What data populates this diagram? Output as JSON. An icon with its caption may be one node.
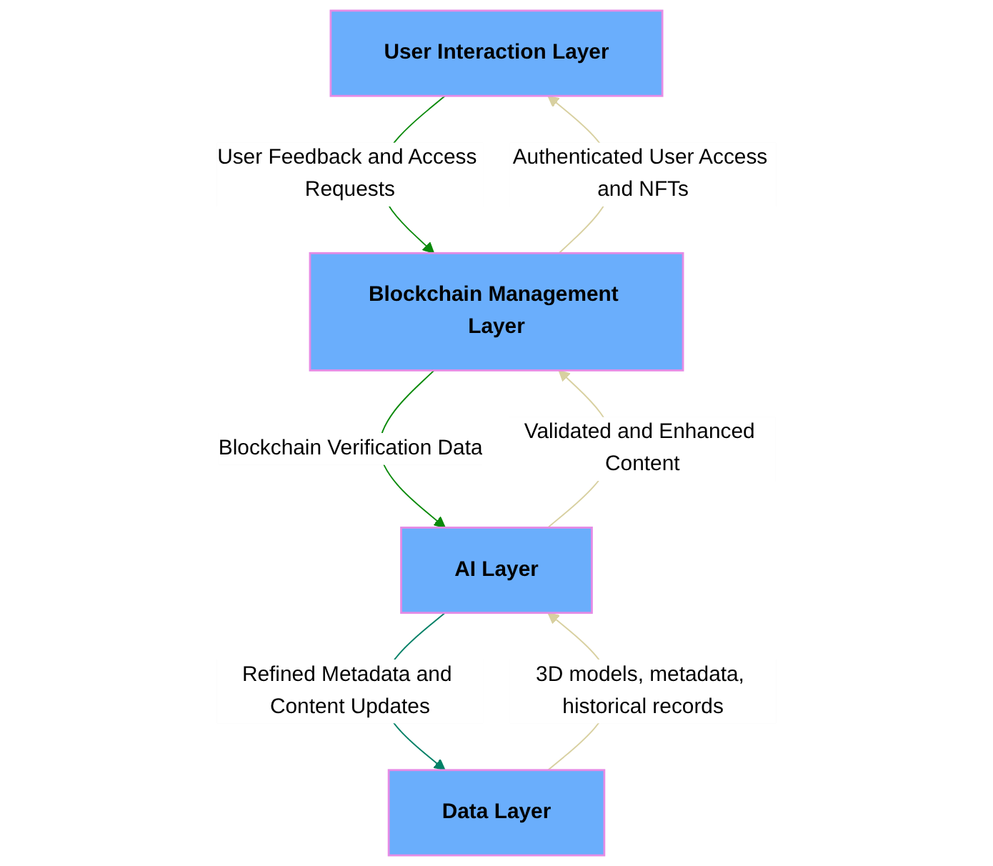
{
  "diagram": {
    "nodes": [
      {
        "text": [
          "User Interaction Layer"
        ]
      },
      {
        "text": [
          "Blockchain Management Layer"
        ]
      },
      {
        "text": [
          "AI Layer"
        ]
      },
      {
        "text": [
          "Data Layer"
        ]
      }
    ],
    "edges": [
      {
        "from": 1,
        "to": 0,
        "arrow": "to",
        "label": "Authenticated User Access and NFTs",
        "color": "#d8d0a0"
      },
      {
        "from": 0,
        "to": 1,
        "arrow": "to",
        "label": "User Feedback and Access Requests",
        "color": "#0a8a0a"
      },
      {
        "from": 2,
        "to": 1,
        "arrow": "to",
        "label": "Validated and Enhanced Content",
        "color": "#d8d0a0"
      },
      {
        "from": 1,
        "to": 2,
        "arrow": "to",
        "label": "Blockchain Verification Data",
        "color": "#0a8a0a"
      },
      {
        "from": 3,
        "to": 2,
        "arrow": "to",
        "label": "3D models, metadata, historical records",
        "color": "#d8d0a0"
      },
      {
        "from": 2,
        "to": 3,
        "arrow": "to",
        "label": "Refined Metadata and Content Updates",
        "color": "#008066"
      }
    ]
  }
}
